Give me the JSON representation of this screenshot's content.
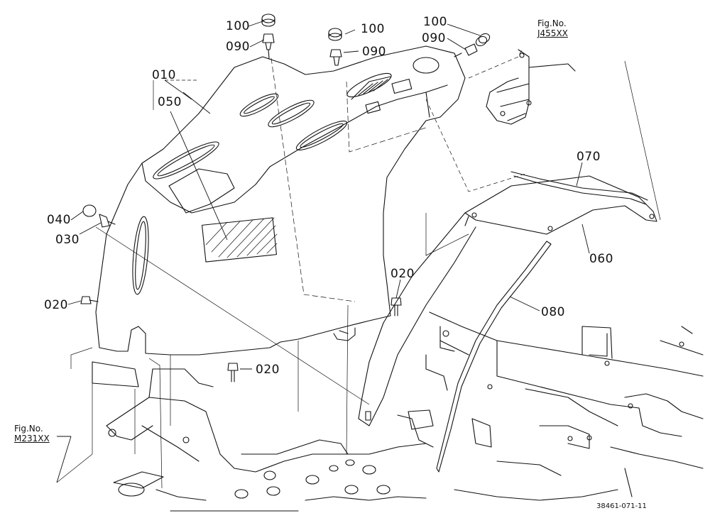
{
  "callouts": {
    "c100a": "100",
    "c090a": "090",
    "c100b": "100",
    "c090b": "090",
    "c100c": "100",
    "c090c": "090",
    "c010": "010",
    "c050": "050",
    "c040": "040",
    "c030": "030",
    "c020a": "020",
    "c020b": "020",
    "c020c": "020",
    "c070": "070",
    "c060": "060",
    "c080": "080"
  },
  "fig_refs": {
    "top": {
      "prefix": "Fig.No.",
      "ref": "J455XX"
    },
    "left": {
      "prefix": "Fig.No.",
      "ref": "M231XX"
    }
  },
  "document_id": "38461-071-11"
}
